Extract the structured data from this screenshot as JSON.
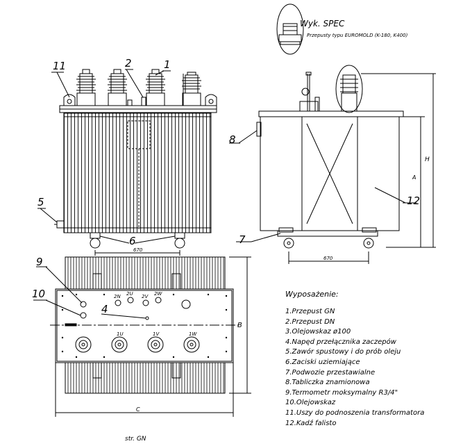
{
  "spec": {
    "title": "Wyk. SPEC",
    "subtitle": "Przepusty typu EUROMOLD (K-180, K400)"
  },
  "callouts": {
    "c1": "1",
    "c2": "2",
    "c4": "4",
    "c5": "5",
    "c6": "6",
    "c7": "7",
    "c8": "8",
    "c9": "9",
    "c10": "10",
    "c11": "11",
    "c12": "12"
  },
  "dimensions": {
    "front_track": "670",
    "side_track": "670",
    "height_h": "H",
    "height_a": "A",
    "width_b": "B",
    "length_c": "C"
  },
  "equipment": {
    "title": "Wyposażenie:",
    "items": [
      "1.Przepust GN",
      "2.Przepust DN",
      "3.Olejowskaz ø100",
      "4.Napęd przełącznika zaczepów",
      "5.Zawór spustowy i do prób oleju",
      "6.Zaciski uziemiające",
      "7.Podwozie przestawialne",
      "8.Tabliczka znamionowa",
      "9.Termometr moksymalny R3/4\"",
      "10.Olejowskaz",
      "11.Uszy do podnoszenia transformatora",
      "12.Kadź falisto"
    ]
  },
  "plan_labels": {
    "t1": "1U",
    "t2": "1V",
    "t3": "1W",
    "top_labels": [
      "2N",
      "2U",
      "2V",
      "2W"
    ]
  },
  "footer": {
    "label": "str. GN"
  }
}
